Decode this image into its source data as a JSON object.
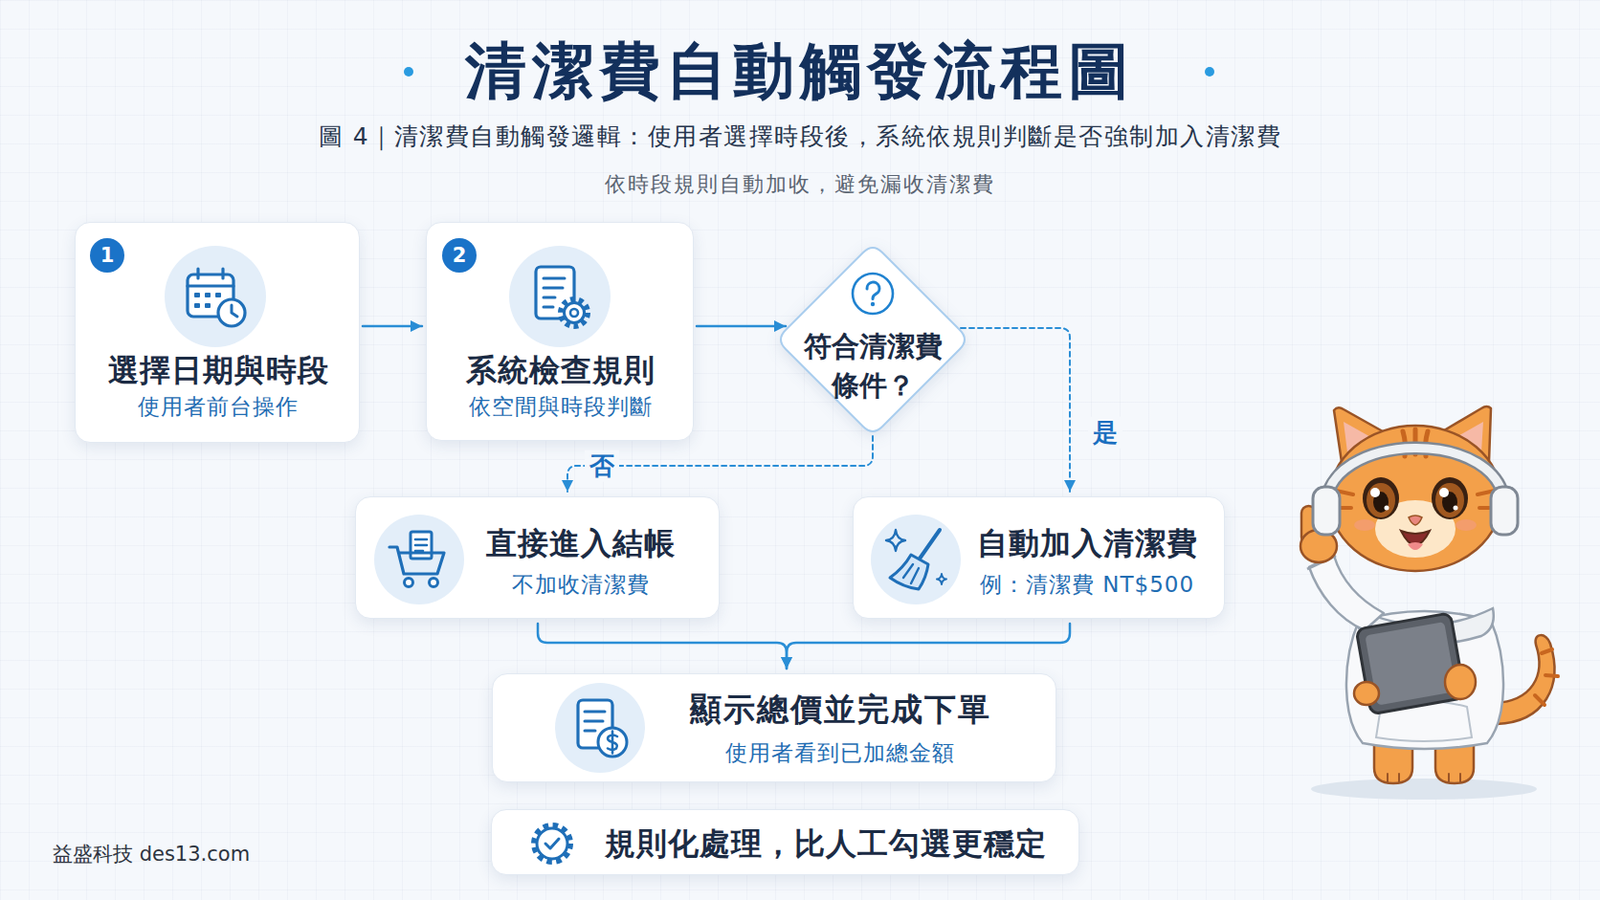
{
  "diagram": {
    "title": "清潔費自動觸發流程圖",
    "caption": "圖 4｜清潔費自動觸發邏輯：使用者選擇時段後，系統依規則判斷是否強制加入清潔費",
    "nodes": [
      {
        "text": [
          "選擇日期與時段",
          "使用者前台操作"
        ]
      },
      {
        "text": [
          "系統檢查規則",
          "依空間與時段判斷"
        ]
      },
      {
        "text": [
          "符合清潔費 條件？"
        ]
      },
      {
        "text": [
          "直接進入結帳",
          "不加收清潔費"
        ]
      },
      {
        "text": [
          "自動加入清潔費",
          "例：清潔費 NT$500"
        ]
      },
      {
        "text": [
          "顯示總價並完成下單",
          "使用者看到已加總金額"
        ]
      },
      {
        "text": [
          "規則化處理，比人工勾選更穩定"
        ]
      }
    ],
    "edges": [
      {
        "from": 0,
        "to": 1,
        "arrow": "to"
      },
      {
        "from": 1,
        "to": 2,
        "arrow": "to"
      },
      {
        "from": 2,
        "to": 3,
        "label": "否",
        "arrow": "to"
      },
      {
        "from": 2,
        "to": 4,
        "label": "是",
        "arrow": "to"
      },
      {
        "from": 3,
        "to": 5,
        "arrow": "to"
      },
      {
        "from": 4,
        "to": 5,
        "arrow": "to"
      }
    ],
    "labels": [
      "依時段規則自動加收，避免漏收清潔費",
      "1",
      "2",
      "益盛科技 des13.com"
    ]
  }
}
